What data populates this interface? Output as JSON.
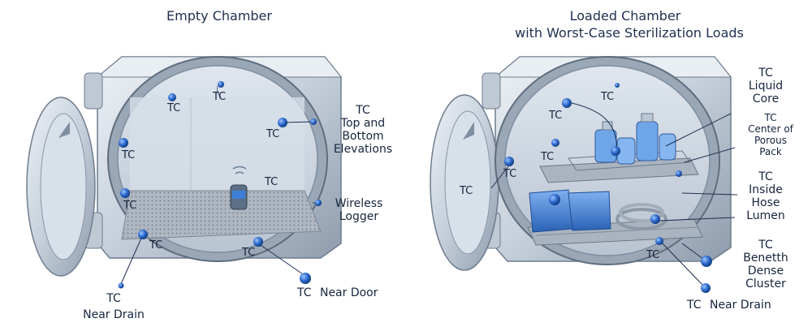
{
  "titles": {
    "empty": "Empty Chamber",
    "loaded_line1": "Loaded Chamber",
    "loaded_line2": "with Worst-Case Sterilization Loads"
  },
  "empty_chamber": {
    "tc_tag": "TC",
    "callouts": {
      "top_bottom": {
        "line1": "TC",
        "line2": "Top and",
        "line3": "Bottom",
        "line4": "Elevations"
      },
      "wireless_logger": {
        "line1": "Wireless",
        "line2": "Logger"
      },
      "near_door": {
        "tc": "TC",
        "text": "Near Door"
      },
      "near_drain": {
        "tc": "TC",
        "text": "Near Drain"
      }
    }
  },
  "loaded_chamber": {
    "tc_tag": "TC",
    "callouts": {
      "liquid_core": {
        "line1": "TC",
        "line2": "Liquid",
        "line3": "Core"
      },
      "porous_pack": {
        "line1": "TC",
        "line2": "Center of",
        "line3": "Porous",
        "line4": "Pack"
      },
      "hose_lumen": {
        "line1": "TC",
        "line2": "Inside",
        "line3": "Hose",
        "line4": "Lumen"
      },
      "dense_cluster": {
        "line1": "TC",
        "line2": "Benetth",
        "line3": "Dense",
        "line4": "Cluster"
      },
      "near_drain": {
        "tc": "TC",
        "text": "Near Drain"
      }
    }
  },
  "colors": {
    "steel": "#c9d3de",
    "steel_dark": "#7f8ea0",
    "probe_blue": "#2a67c9",
    "pack_blue": "#3f7fd6",
    "text": "#16243d"
  }
}
